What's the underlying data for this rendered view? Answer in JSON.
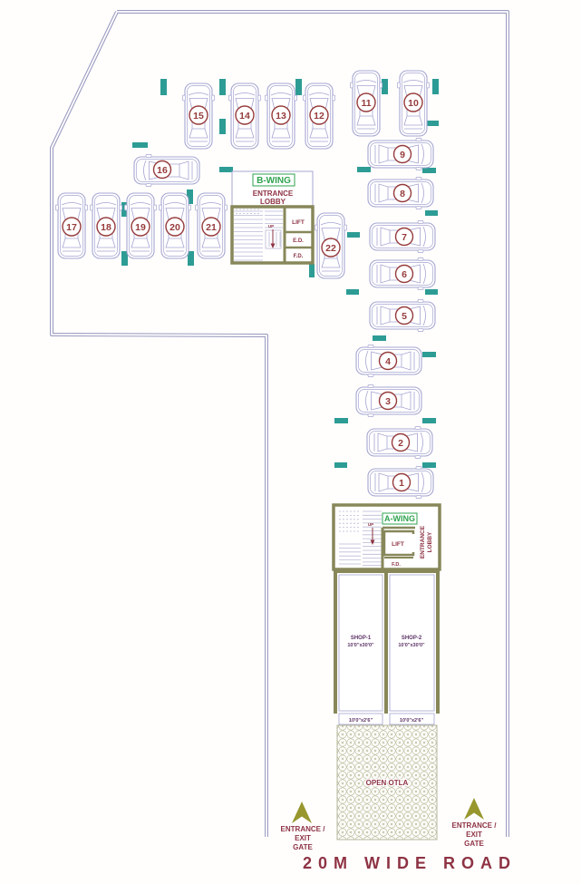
{
  "plan": {
    "b_wing": {
      "title": "B-WING",
      "entrance_line1": "ENTRANCE",
      "entrance_line2": "LOBBY",
      "lift": "LIFT",
      "ed": "E.D.",
      "fd": "F.D.",
      "up": "UP"
    },
    "a_wing": {
      "title": "A-WING",
      "entrance_line1": "ENTRANCE",
      "entrance_line2": "LOBBY",
      "lift": "LIFT",
      "fd": "F.D.",
      "up": "UP"
    },
    "shops": {
      "shop1": {
        "name": "SHOP-1",
        "size": "10'0\"x30'0\"",
        "front_size": "10'0\"x2'6\""
      },
      "shop2": {
        "name": "SHOP-2",
        "size": "10'0\"x30'0\"",
        "front_size": "10'0\"x2'6\""
      }
    },
    "open_otla": "OPEN OTLA",
    "gate_left": {
      "line1": "ENTRANCE /",
      "line2": "EXIT",
      "line3": "GATE"
    },
    "gate_right": {
      "line1": "ENTRANCE /",
      "line2": "EXIT",
      "line3": "GATE"
    },
    "road": "20M WIDE ROAD",
    "parking_spots": [
      "1",
      "2",
      "3",
      "4",
      "5",
      "6",
      "7",
      "8",
      "9",
      "10",
      "11",
      "12",
      "13",
      "14",
      "15",
      "16",
      "17",
      "18",
      "19",
      "20",
      "21",
      "22"
    ]
  },
  "colors": {
    "boundary": "#9c9cc2",
    "car_outline": "#a5a5d2",
    "wall_olive": "#87875a",
    "pillar_teal": "#2d9c94",
    "text_maroon": "#8e3344",
    "wing_green": "#2fa34f",
    "gate_arrow_gold": "#97972e",
    "shop_text_plum": "#5c3366",
    "otla_pattern": "#c2c2a6"
  }
}
